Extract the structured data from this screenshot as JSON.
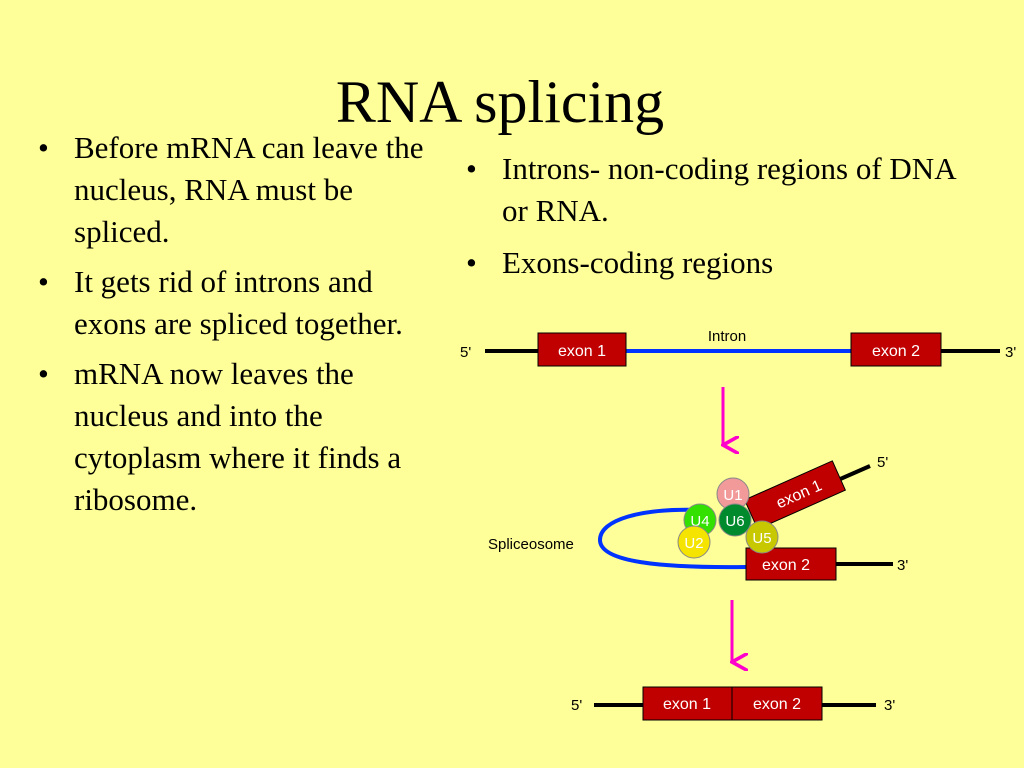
{
  "slide": {
    "title": "RNA splicing"
  },
  "left_bullets": [
    "Before mRNA can leave the nucleus, RNA must be spliced.",
    "It gets rid of introns and exons are spliced together.",
    "mRNA now leaves the nucleus and into the cytoplasm where it finds a ribosome."
  ],
  "right_bullets": [
    "Introns- non-coding regions of DNA or RNA.",
    "Exons-coding regions"
  ],
  "diagram": {
    "pre_mrna": {
      "five_prime": "5'",
      "exon1": "exon 1",
      "intron": "Intron",
      "exon2": "exon 2",
      "three_prime": "3'"
    },
    "spliceosome": {
      "label": "Spliceosome",
      "five_prime": "5'",
      "three_prime": "3'",
      "exon1": "exon 1",
      "exon2": "exon 2",
      "snrnps": {
        "u1": "U1",
        "u2": "U2",
        "u4": "U4",
        "u5": "U5",
        "u6": "U6"
      }
    },
    "mrna": {
      "five_prime": "5'",
      "exon1": "exon 1",
      "exon2": "exon 2",
      "three_prime": "3'"
    },
    "colors": {
      "exon": "#c00000",
      "intron": "#0033ff",
      "arrow": "#ff00cc",
      "u1": "#f29a9a",
      "u2": "#f5e400",
      "u4": "#33e000",
      "u5": "#c8c800",
      "u6": "#008a2e"
    }
  }
}
